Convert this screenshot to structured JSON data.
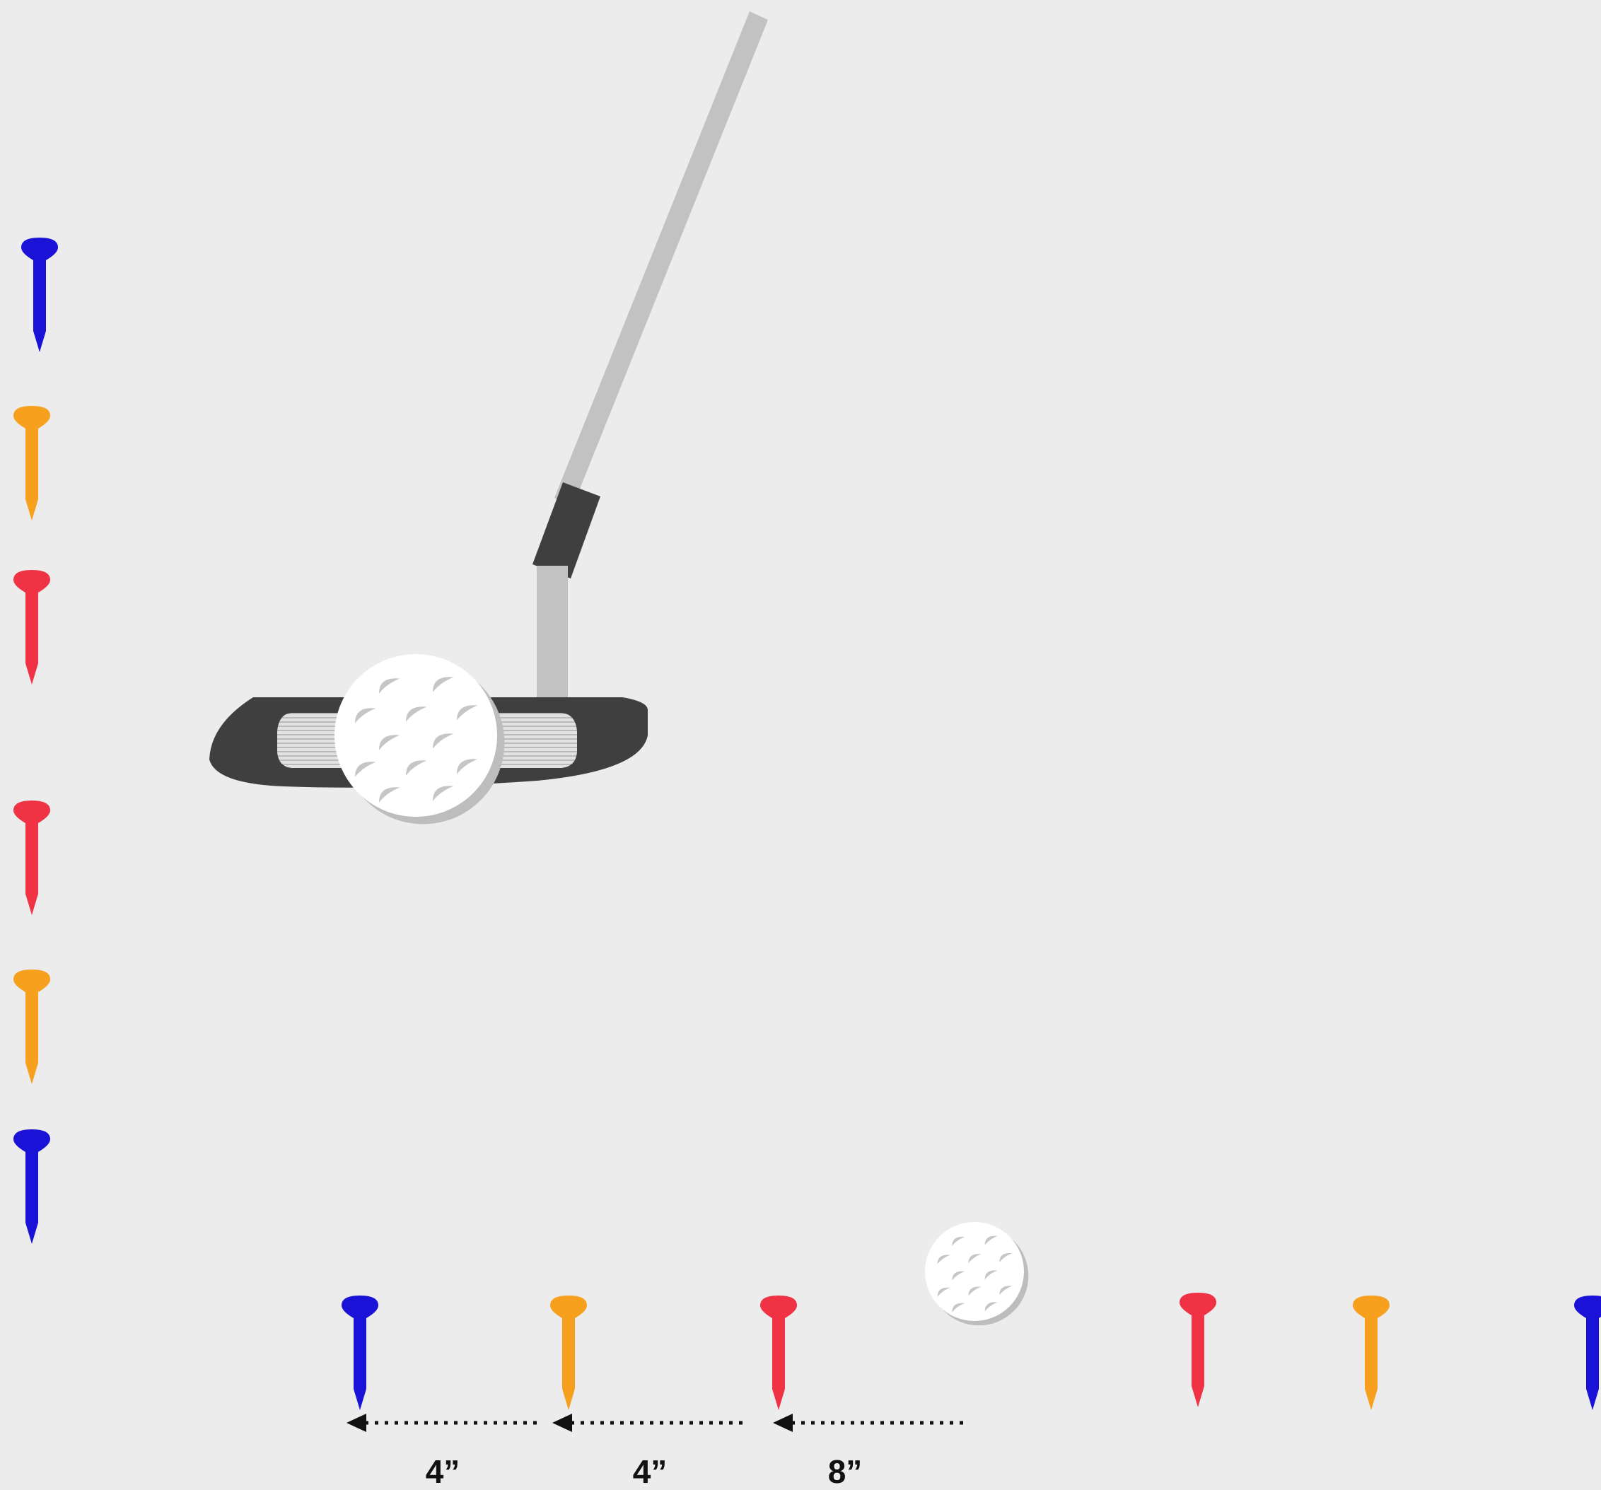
{
  "colors": {
    "background": "#ececec",
    "tee_blue": "#1a12d6",
    "tee_orange": "#f7a01e",
    "tee_red": "#ef3344",
    "putter_head": "#3f3f3f",
    "shaft": "#c2c2c2",
    "grip": "#3f3f3f",
    "ball": "#ffffff",
    "ball_dimple": "#c6c6c6",
    "arrow": "#111111"
  },
  "icons": {
    "tee": "golf-tee-icon",
    "ball": "golf-ball-icon",
    "putter": "putter-icon",
    "arrow": "dotted-arrow-left-icon"
  },
  "tees_left_column": [
    "blue",
    "orange",
    "red",
    "red",
    "orange",
    "blue"
  ],
  "tees_bottom_row": [
    "blue",
    "orange",
    "red",
    "red",
    "orange",
    "blue"
  ],
  "distances": [
    {
      "label": "4”"
    },
    {
      "label": "4”"
    },
    {
      "label": "8”"
    }
  ]
}
